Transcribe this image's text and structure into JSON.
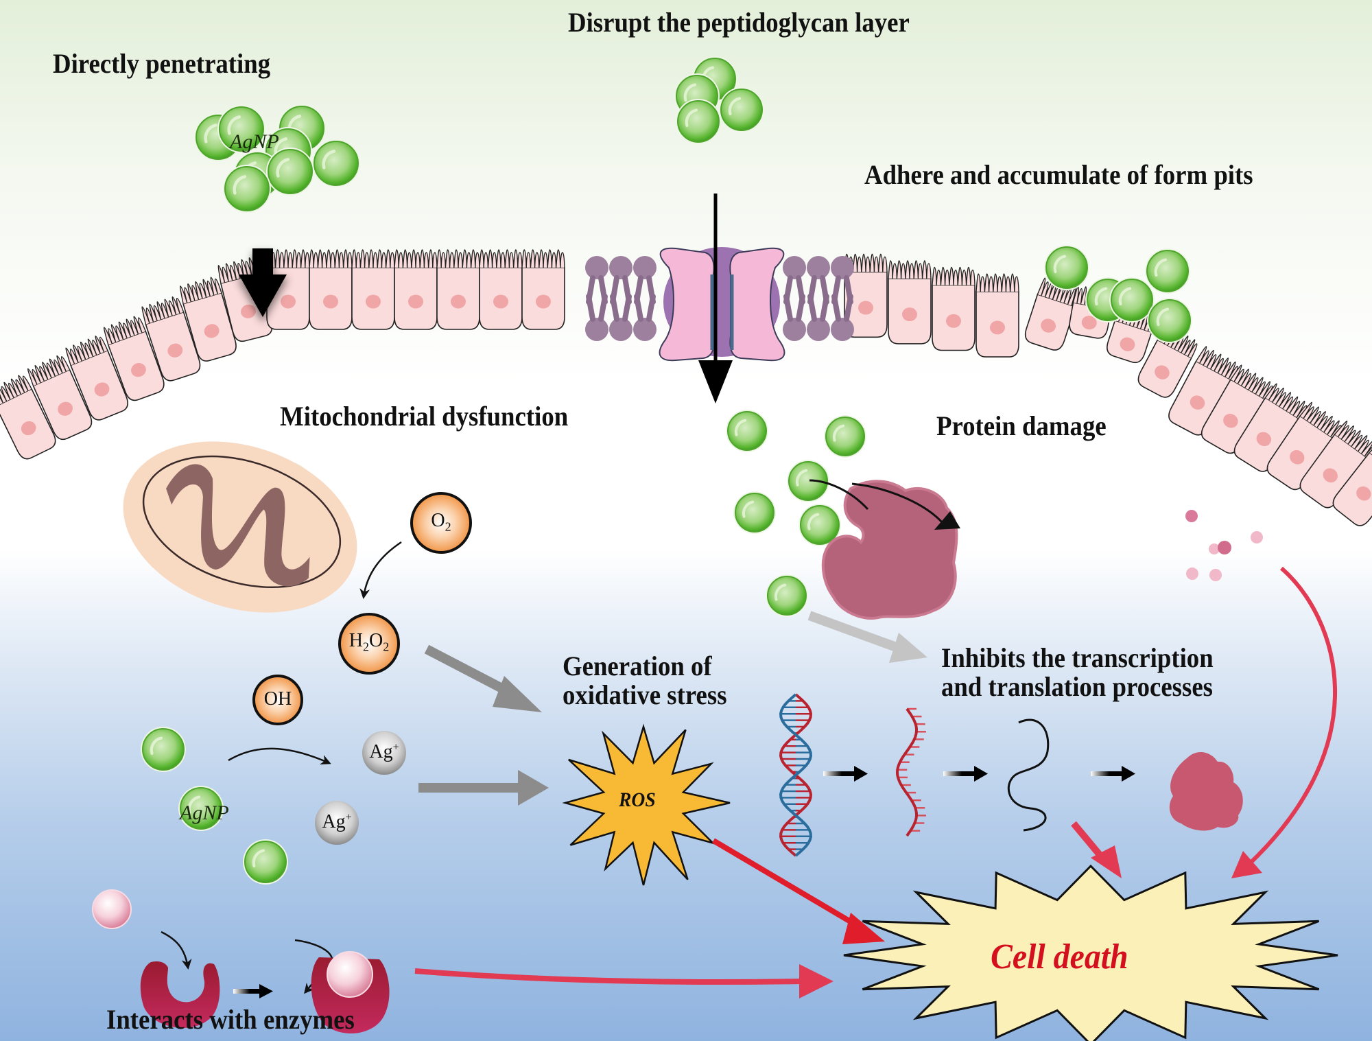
{
  "figure": {
    "topic": "Antibacterial mechanisms of silver nanoparticles (AgNP)"
  },
  "labels": {
    "directly_penetrating": "Directly penetrating",
    "disrupt_peptidoglycan": "Disrupt the peptidoglycan layer",
    "adhere_accumulate": "Adhere and accumulate of form pits",
    "mitochondrial_dysfunction": "Mitochondrial dysfunction",
    "protein_damage": "Protein damage",
    "generation_oxidative_stress": "Generation of\noxidative stress",
    "inhibits_transcription": "Inhibits the transcription\nand translation processes",
    "interacts_enzymes": "Interacts with enzymes",
    "cell_death": "Cell death",
    "ros": "ROS",
    "agnp_top": "AgNP",
    "agnp_bottom": "AgNP"
  },
  "molecules": {
    "o2": {
      "base": "O",
      "sub": "2"
    },
    "h2o2": {
      "h": "H",
      "h_sub": "2",
      "o": "O",
      "o_sub": "2"
    },
    "oh": "OH",
    "ag_ion_1": {
      "base": "Ag",
      "sup": "+"
    },
    "ag_ion_2": {
      "base": "Ag",
      "sup": "+"
    }
  },
  "colors": {
    "agnp_green": "#5cbf3a",
    "agnp_light": "#c9e8b5",
    "cell_pink": "#fbdcdc",
    "nucleus_pink": "#f0a6a6",
    "lipid_purple": "#9d7f9e",
    "channel_pink": "#f5b8d6",
    "channel_purple": "#9c72b0",
    "radical_orange": "#f39a47",
    "ag_ion_gray": "#b8b8b8",
    "ros_yellow": "#f8b935",
    "cell_death_fill": "#fbf1b8",
    "cell_death_text": "#d4101e",
    "red_arrow": "#e23a52",
    "gray_arrow": "#8c8c8c",
    "protein": "#b5637a",
    "enzyme": "#a01e3c",
    "dna_red": "#b8232f",
    "dna_blue": "#2a6d9c"
  }
}
